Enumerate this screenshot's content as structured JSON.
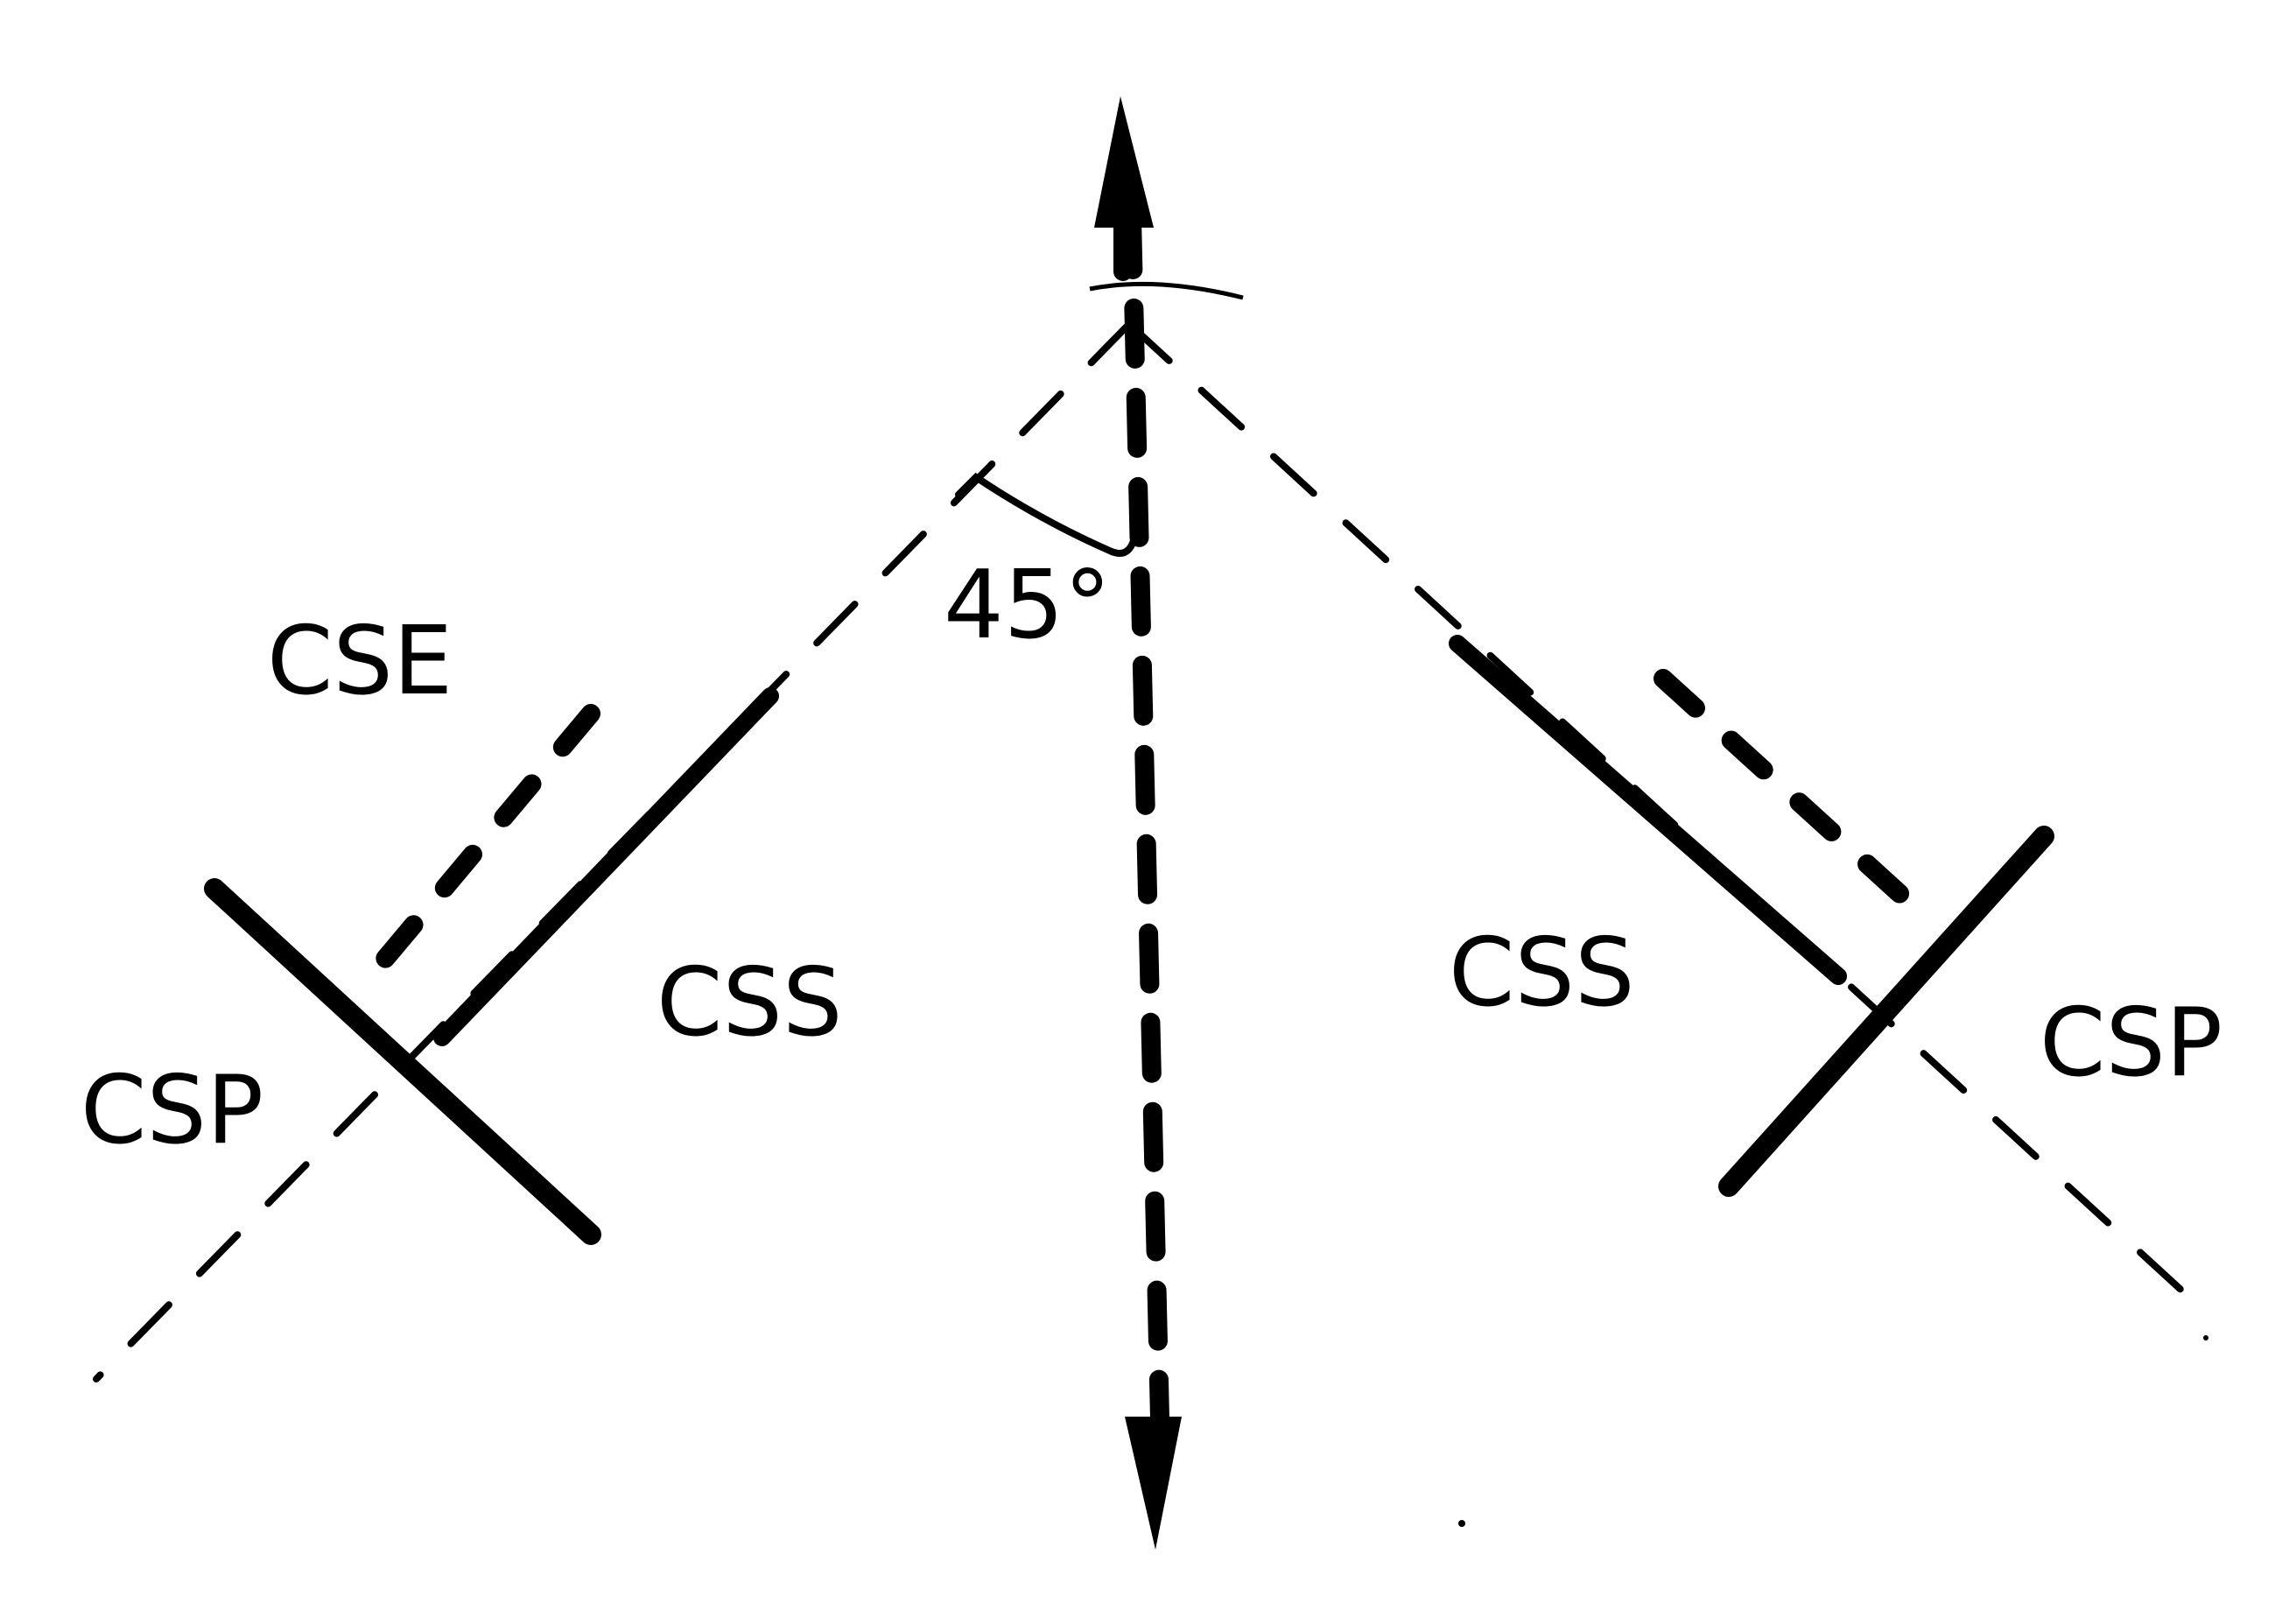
{
  "labels": {
    "cse": "CSE",
    "css_left": "CSS",
    "css_right": "CSS",
    "csp_left": "CSP",
    "csp_right": "CSP",
    "angle": "45°"
  },
  "colors": {
    "ink": "#000000",
    "background": "#ffffff"
  }
}
